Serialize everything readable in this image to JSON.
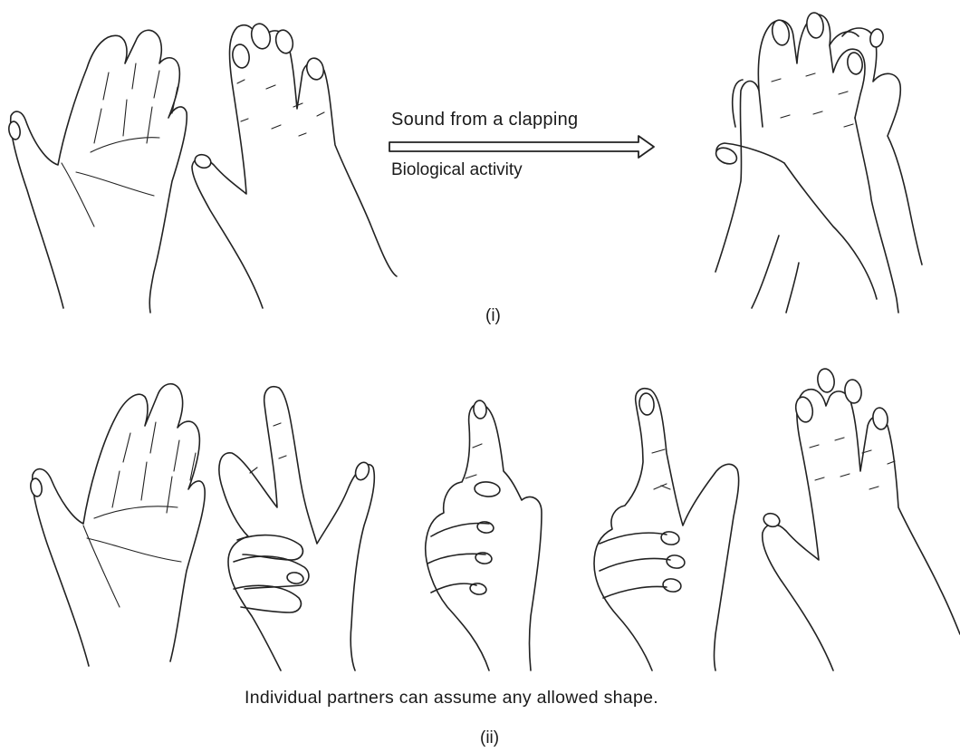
{
  "panel_i": {
    "arrow_label_top": "Sound from a clapping",
    "arrow_label_bottom": "Biological activity",
    "label": "(i)"
  },
  "panel_ii": {
    "caption": "Individual partners can assume any allowed shape.",
    "label": "(ii)"
  },
  "colors": {
    "line": "#222222",
    "background": "#ffffff"
  }
}
